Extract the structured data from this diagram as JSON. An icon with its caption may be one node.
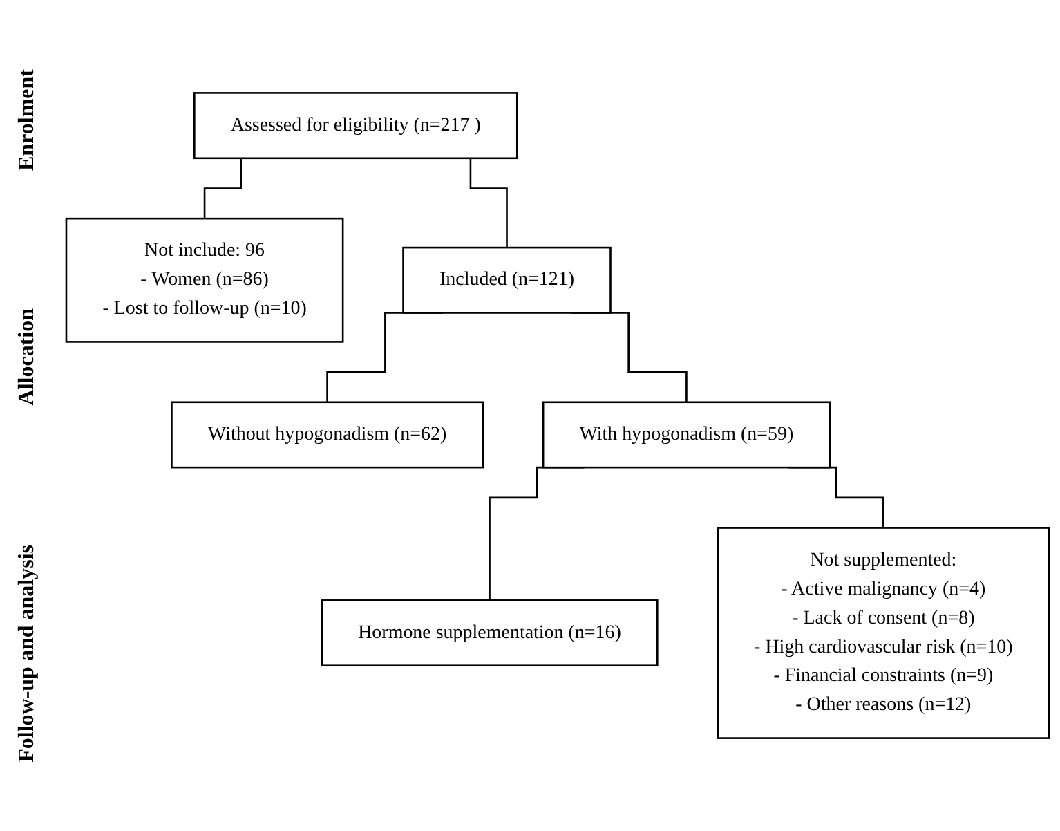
{
  "diagram": {
    "nodes": [
      {
        "text": [
          "Assessed for eligibility (n=217 )"
        ]
      },
      {
        "text": [
          "Not include: 96",
          "- Women (n=86)",
          "- Lost to follow-up (n=10)"
        ]
      },
      {
        "text": [
          "Included (n=121)"
        ]
      },
      {
        "text": [
          "Without hypogonadism (n=62)"
        ]
      },
      {
        "text": [
          "With hypogonadism (n=59)"
        ]
      },
      {
        "text": [
          "Hormone supplementation (n=16)"
        ]
      },
      {
        "text": [
          "Not supplemented:",
          "- Active malignancy (n=4)",
          "- Lack of consent (n=8)",
          "- High cardiovascular risk (n=10)",
          "- Financial constraints (n=9)",
          "- Other reasons (n=12)"
        ]
      }
    ],
    "edges": [
      {
        "from": 0,
        "to": 1,
        "arrow": "none"
      },
      {
        "from": 0,
        "to": 2,
        "arrow": "none"
      },
      {
        "from": 2,
        "to": 3,
        "arrow": "none"
      },
      {
        "from": 2,
        "to": 4,
        "arrow": "none"
      },
      {
        "from": 4,
        "to": 5,
        "arrow": "none"
      },
      {
        "from": 4,
        "to": 6,
        "arrow": "none"
      }
    ],
    "labels": [
      "Enrolment",
      "Allocation",
      "Follow-up and analysis"
    ]
  }
}
